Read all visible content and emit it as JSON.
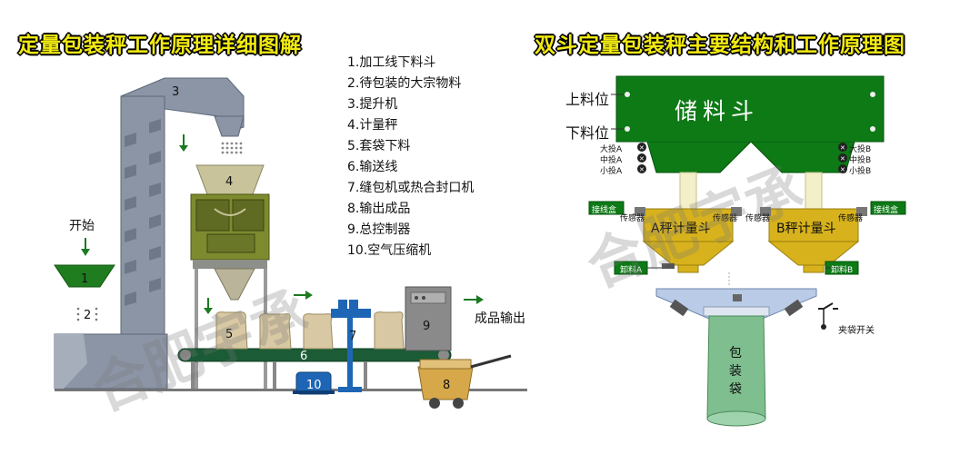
{
  "left": {
    "title": "定量包装秤工作原理详细图解",
    "legend": [
      "1.加工线下料斗",
      "2.待包装的大宗物料",
      "3.提升机",
      "4.计量秤",
      "5.套袋下料",
      "6.输送线",
      "7.缝包机或热合封口机",
      "8.输出成品",
      "9.总控制器",
      "10.空气压缩机"
    ],
    "start_label": "开始",
    "output_label": "成品输出",
    "numbers": {
      "n1": "1",
      "n2": "2",
      "n3": "3",
      "n4": "4",
      "n5": "5",
      "n6": "6",
      "n7": "7",
      "n8": "8",
      "n9": "9",
      "n10": "10"
    },
    "watermark": "合肥宇承"
  },
  "right": {
    "title": "双斗定量包装秤主要结构和工作原理图",
    "hopper_label": "储料斗",
    "upper_level": "上料位",
    "lower_level": "下料位",
    "left_feed": [
      "大投A",
      "中投A",
      "小投A"
    ],
    "right_feed": [
      "大投B",
      "中投B",
      "小投B"
    ],
    "junction_box_left": "接线盒",
    "junction_box_right": "接线盒",
    "sensor_labels": [
      "传感器",
      "传感器",
      "传感器",
      "传感器"
    ],
    "scale_a": "A秤计量斗",
    "scale_b": "B秤计量斗",
    "discharge_a": "卸料A",
    "discharge_b": "卸料B",
    "clamp_switch": "夹袋开关",
    "bag_label": [
      "包",
      "装",
      "袋"
    ],
    "watermark": "合肥宇承"
  },
  "colors": {
    "title_yellow": "#f2ea10",
    "storage_green": "#0d7a16",
    "scale_gold": "#d7b21c",
    "olive": "#7d8a2e",
    "bag_green": "#7fbf8f",
    "elevator_gray": "#8c95a6"
  }
}
